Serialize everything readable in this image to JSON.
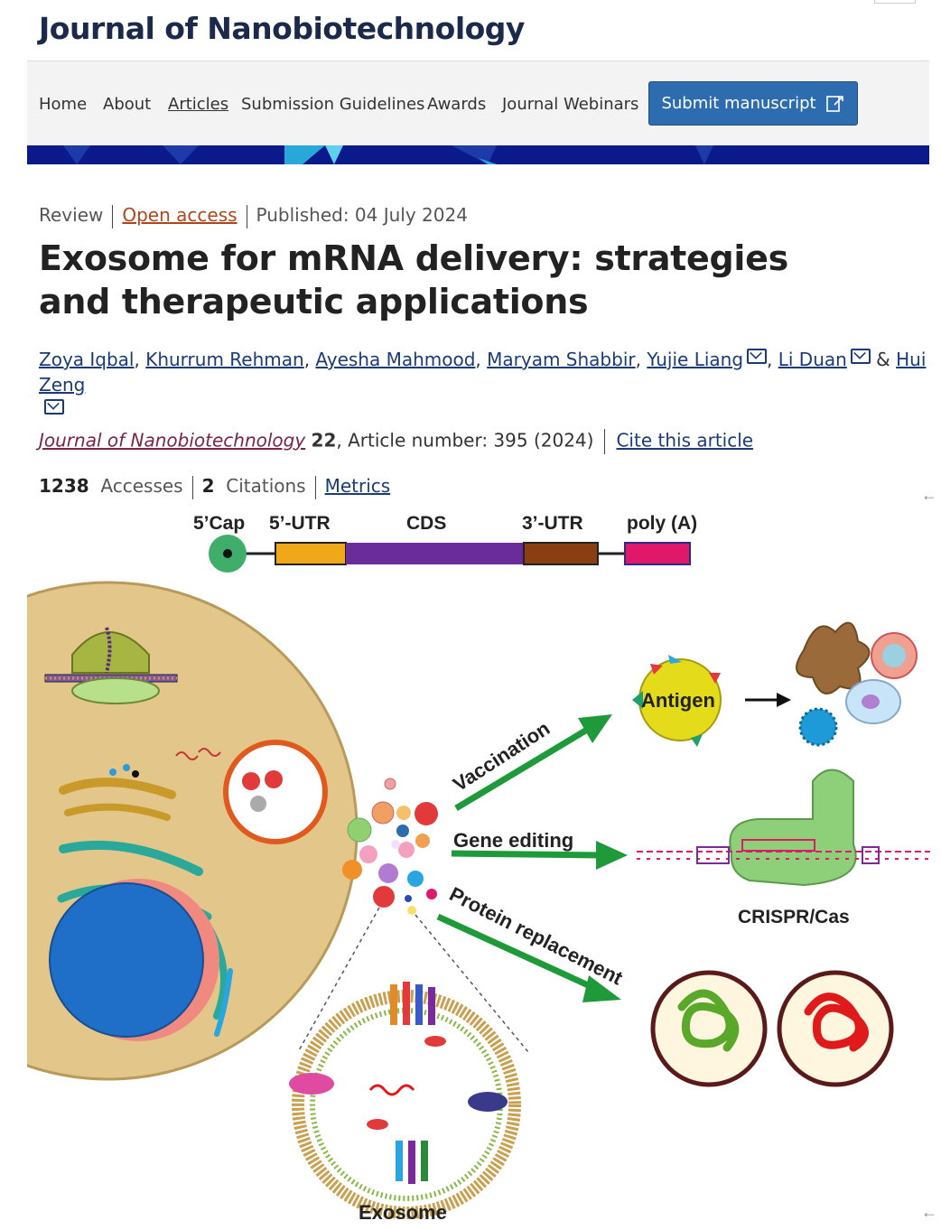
{
  "header": {
    "journal_title": "Journal of Nanobiotechnology"
  },
  "nav": {
    "items": [
      {
        "label": "Home",
        "active": false
      },
      {
        "label": "About",
        "active": false
      },
      {
        "label": "Articles",
        "active": true
      },
      {
        "label": "Submission Guidelines",
        "active": false
      },
      {
        "label": "Awards",
        "active": false
      },
      {
        "label": "Journal Webinars",
        "active": false
      }
    ],
    "submit_label": "Submit manuscript"
  },
  "article": {
    "type": "Review",
    "access": "Open access",
    "published": "Published: 04 July 2024",
    "title": "Exosome for mRNA delivery: strategies and therapeutic applications",
    "authors": [
      {
        "name": "Zoya Iqbal",
        "mail": false,
        "sep": ", "
      },
      {
        "name": "Khurrum Rehman",
        "mail": false,
        "sep": ", "
      },
      {
        "name": "Ayesha Mahmood",
        "mail": false,
        "sep": ", "
      },
      {
        "name": "Maryam Shabbir",
        "mail": false,
        "sep": ", "
      },
      {
        "name": "Yujie Liang",
        "mail": true,
        "sep": ", "
      },
      {
        "name": "Li Duan",
        "mail": true,
        "sep": " & "
      },
      {
        "name": "Hui Zeng",
        "mail": true,
        "sep": ""
      }
    ],
    "citation": {
      "journal": "Journal of Nanobiotechnology",
      "volume": "22",
      "article_number": ", Article number: 395 (2024)",
      "cite_label": "Cite this article"
    },
    "stats": {
      "accesses_count": "1238",
      "accesses_label": "Accesses",
      "citations_count": "2",
      "citations_label": "Citations",
      "metrics_label": "Metrics"
    }
  },
  "figure": {
    "mrna_labels": [
      "5’Cap",
      "5’-UTR",
      "CDS",
      "3’-UTR",
      "poly (A)"
    ],
    "arrows": [
      "Vaccination",
      "Gene editing",
      "Protein replacement"
    ],
    "antigen_label": "Antigen",
    "crispr_label": "CRISPR/Cas",
    "exosome_label": "Exosome",
    "colors": {
      "cell": "#e3c68a",
      "nucleus": "#1f6fc9",
      "arrow": "#1f9a3a",
      "utr5": "#f0a818",
      "cds": "#6a2c9a",
      "utr3": "#8a3e12",
      "polyA": "#e0186a"
    }
  }
}
